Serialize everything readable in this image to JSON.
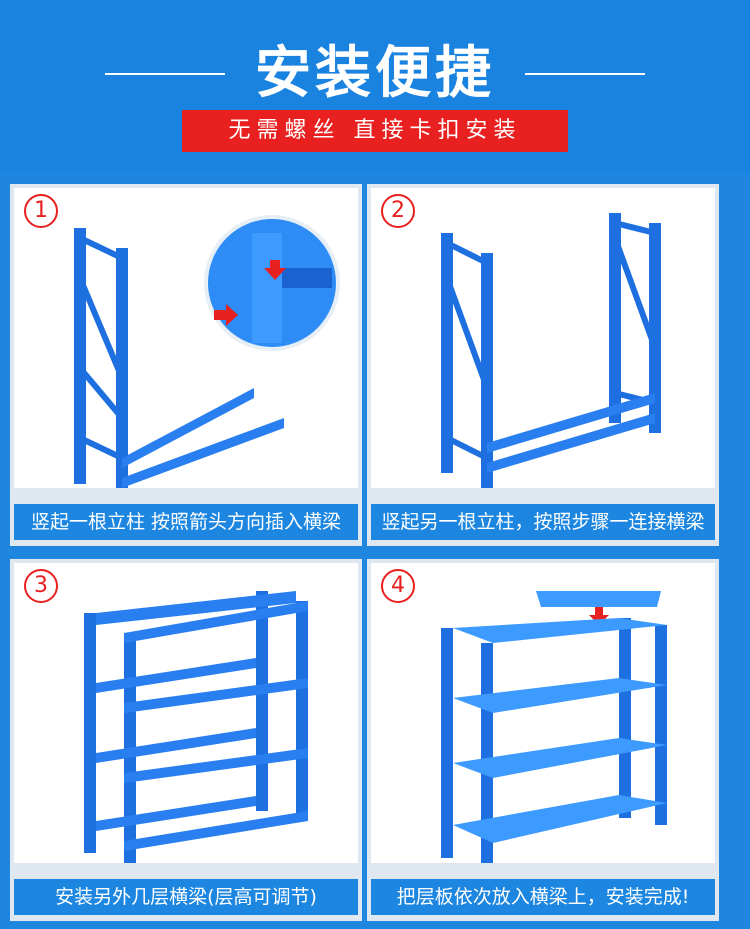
{
  "header": {
    "title": "安装便捷",
    "subtitle": "无需螺丝 直接卡扣安装"
  },
  "colors": {
    "brand_blue": "#1a82df",
    "accent_red": "#e8201f",
    "shelf_blue": "#1e6fe0"
  },
  "steps": [
    {
      "number": "1",
      "caption": "竖起一根立柱 按照箭头方向插入横梁"
    },
    {
      "number": "2",
      "caption": "竖起另一根立柱，按照步骤一连接横梁"
    },
    {
      "number": "3",
      "caption": "安装另外几层横梁(层高可调节)"
    },
    {
      "number": "4",
      "caption": "把层板依次放入横梁上，安装完成!"
    }
  ]
}
